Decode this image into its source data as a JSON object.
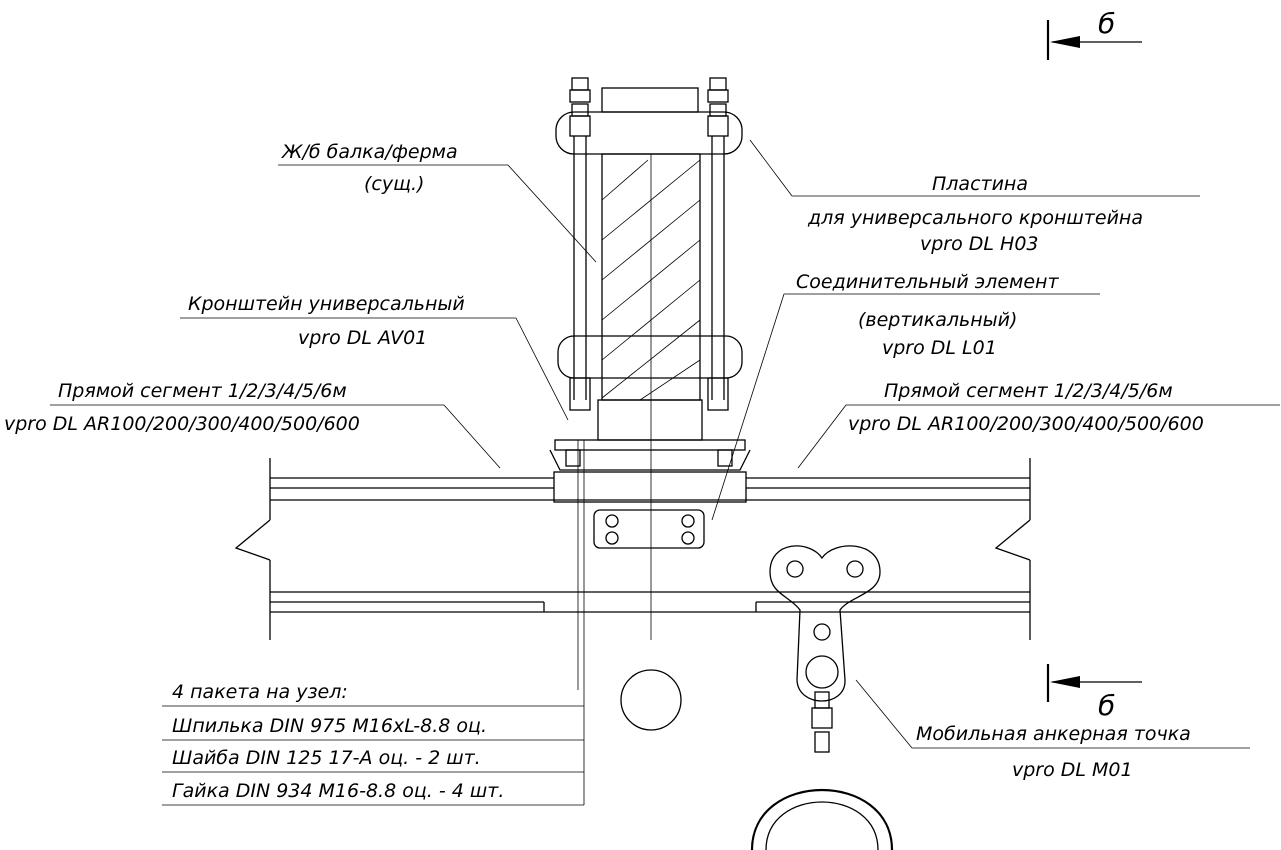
{
  "section_marks": {
    "letter": "б"
  },
  "labels": {
    "beam_line1": "Ж/б балка/ферма",
    "beam_line2": "(сущ.)",
    "plate_line1": "Пластина",
    "plate_line2": "для универсального кронштейна",
    "plate_line3": "vprо DL H03",
    "connector_line1": "Соединительный элемент",
    "connector_line2": "(вертикальный)",
    "connector_line3": "vprо DL L01",
    "bracket_line1": "Кронштейн универсальный",
    "bracket_line2": "vprо DL AV01",
    "segment_left_line1": "Прямой сегмент 1/2/3/4/5/6м",
    "segment_left_line2": "vprо DL AR100/200/300/400/500/600",
    "segment_right_line1": "Прямой сегмент 1/2/3/4/5/6м",
    "segment_right_line2": "vprо DL AR100/200/300/400/500/600",
    "mobile_line1": "Мобильная анкерная точка",
    "mobile_line2": "vprо DL M01"
  },
  "kit": {
    "header": "4 пакета на узел:",
    "rows": [
      "Шпилька DIN 975 М16xL-8.8 оц.",
      "Шайба DIN 125 17-А оц. - 2 шт.",
      "Гайка  DIN 934 М16-8.8 оц. - 4 шт."
    ]
  }
}
